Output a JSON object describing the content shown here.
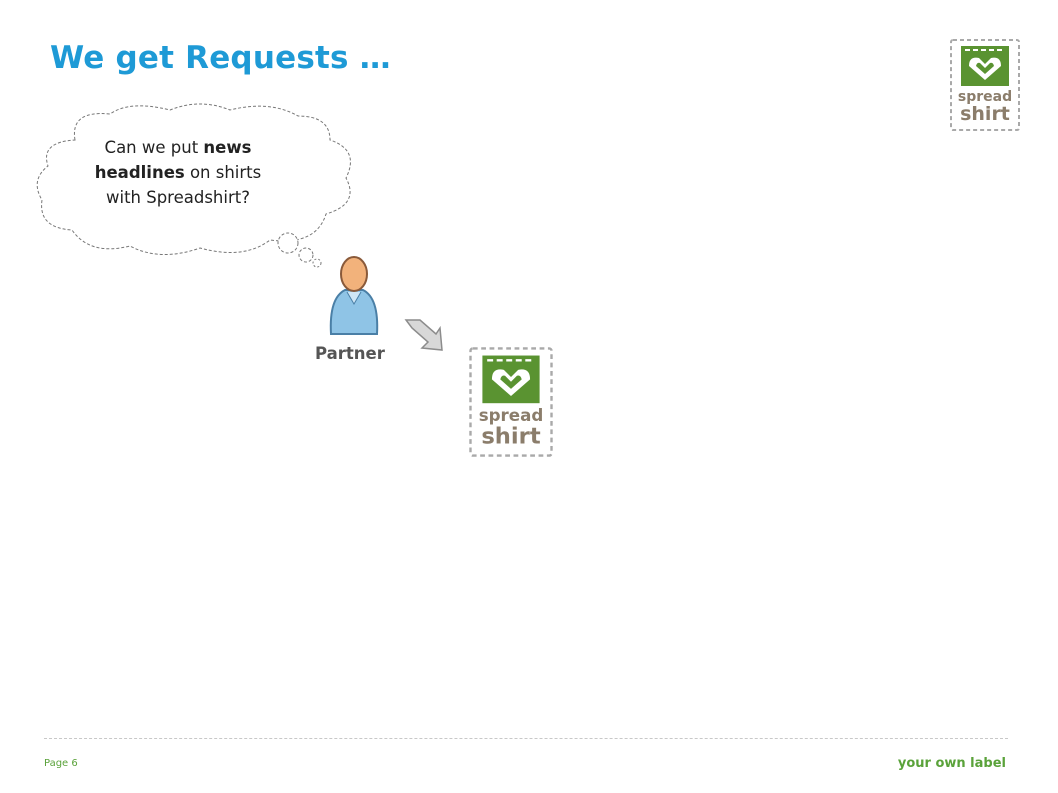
{
  "slide": {
    "title": "We get Requests …",
    "page_label": "Page 6",
    "footer_brand": "your own label"
  },
  "thought_bubble": {
    "prefix": "Can we put ",
    "bold1": "news headlines",
    "middle": " on shirts with Spreadshirt?"
  },
  "actor": {
    "label": "Partner"
  },
  "logo": {
    "line1": "spread",
    "line2": "shirt"
  },
  "colors": {
    "title": "#1e9ad6",
    "logo_green": "#5a9331",
    "footer_green": "#5aa23a"
  },
  "icons": [
    "spreadshirt-logo",
    "thought-cloud",
    "person-icon",
    "arrow-down-right-icon"
  ]
}
